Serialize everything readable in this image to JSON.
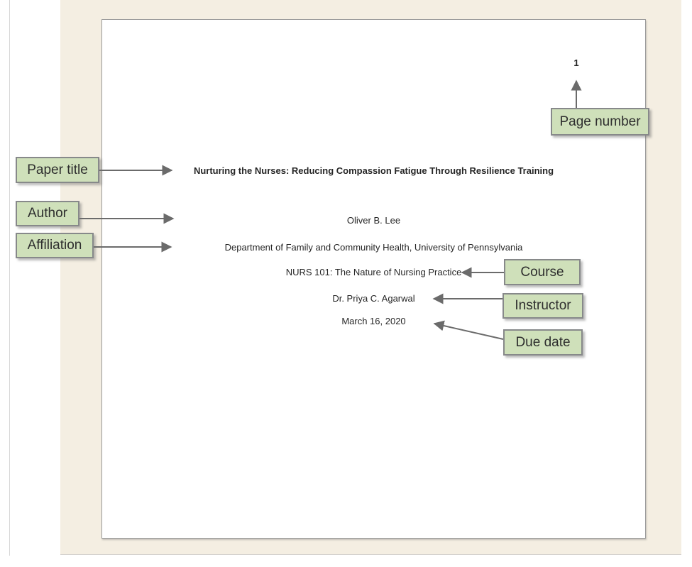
{
  "document": {
    "page_number": "1",
    "title": "Nurturing the Nurses: Reducing Compassion Fatigue Through Resilience Training",
    "author": "Oliver B. Lee",
    "affiliation": "Department of Family and Community Health, University of Pennsylvania",
    "course": "NURS 101: The Nature of Nursing Practice",
    "instructor": "Dr. Priya C. Agarwal",
    "due_date": "March 16, 2020"
  },
  "callouts": {
    "page_number": "Page number",
    "paper_title": "Paper title",
    "author": "Author",
    "affiliation": "Affiliation",
    "course": "Course",
    "instructor": "Instructor",
    "due_date": "Due date"
  },
  "colors": {
    "background_beige": "#f4eee2",
    "callout_fill": "#cfe0ba",
    "callout_border": "#87898a",
    "arrow_gray": "#6b6b6b",
    "page_border": "#9b9b9b",
    "text": "#262626"
  }
}
